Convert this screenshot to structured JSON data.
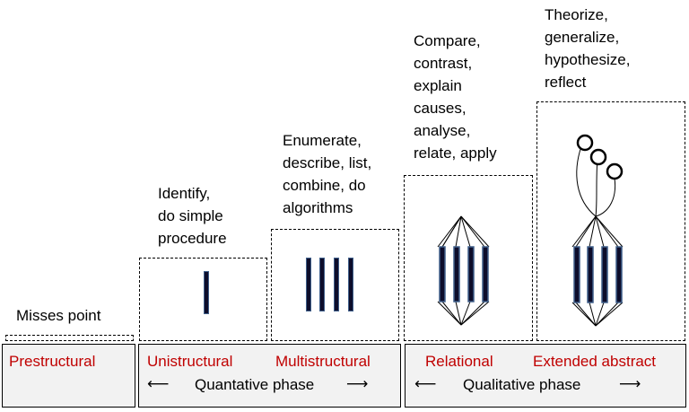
{
  "levels": [
    {
      "id": "prestructural",
      "label": "Prestructural",
      "verbs": "Misses point"
    },
    {
      "id": "unistructural",
      "label": "Unistructural",
      "verbs": "Identify,\ndo simple\nprocedure"
    },
    {
      "id": "multistructural",
      "label": "Multistructural",
      "verbs": "Enumerate,\ndescribe, list,\ncombine, do\nalgorithms"
    },
    {
      "id": "relational",
      "label": "Relational",
      "verbs": "Compare,\ncontrast,\nexplain\ncauses,\nanalyse,\nrelate, apply"
    },
    {
      "id": "extended",
      "label": "Extended abstract",
      "verbs": "Theorize,\ngeneralize,\nhypothesize,\nreflect"
    }
  ],
  "phases": {
    "quantitative": "Quantative phase",
    "qualitative": "Qualitative phase"
  },
  "colors": {
    "level_label": "#c00000",
    "bar_fill": "#0d0d2b",
    "bar_edge": "#3f5f8a",
    "bottom_fill": "#f2f2f2"
  }
}
